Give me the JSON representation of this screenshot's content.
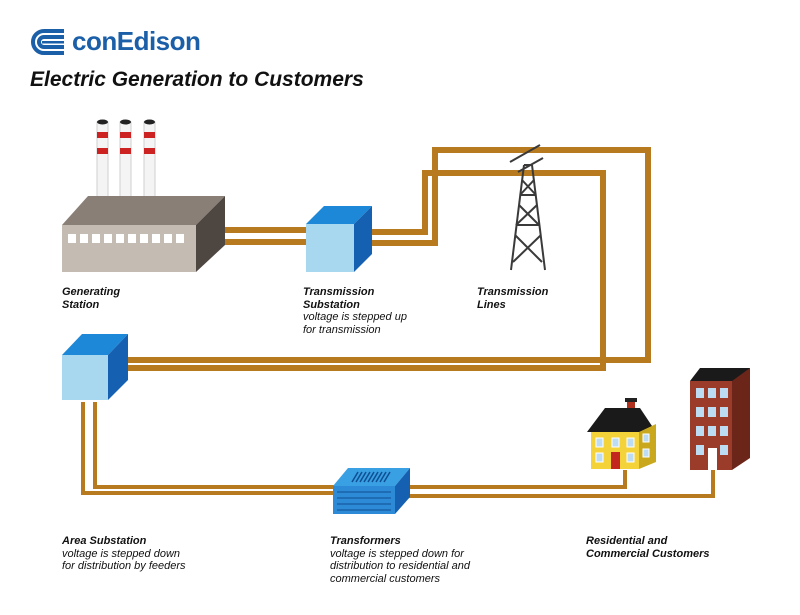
{
  "brand": {
    "name": "conEdison",
    "color": "#1a5fa8"
  },
  "title": "Electric Generation to Customers",
  "colors": {
    "wire": "#b87a1e",
    "box_front": "#a8d8f0",
    "box_top": "#1e88d8",
    "box_side": "#1560b0",
    "factory": "#c4bbb2",
    "chimney_stripe": "#cc2222"
  },
  "stages": {
    "generating_station": {
      "name": "Generating\nStation",
      "description": ""
    },
    "transmission_substation": {
      "name": "Transmission\nSubstation",
      "description": "voltage is stepped up\nfor transmission"
    },
    "transmission_lines": {
      "name": "Transmission\nLines",
      "description": ""
    },
    "area_substation": {
      "name": "Area Substation",
      "description": "voltage is stepped down\nfor distribution by feeders"
    },
    "transformers": {
      "name": "Transformers",
      "description": "voltage is stepped down for\ndistribution to residential and\ncommercial customers"
    },
    "customers": {
      "name": "Residential and\nCommercial Customers",
      "description": ""
    }
  }
}
